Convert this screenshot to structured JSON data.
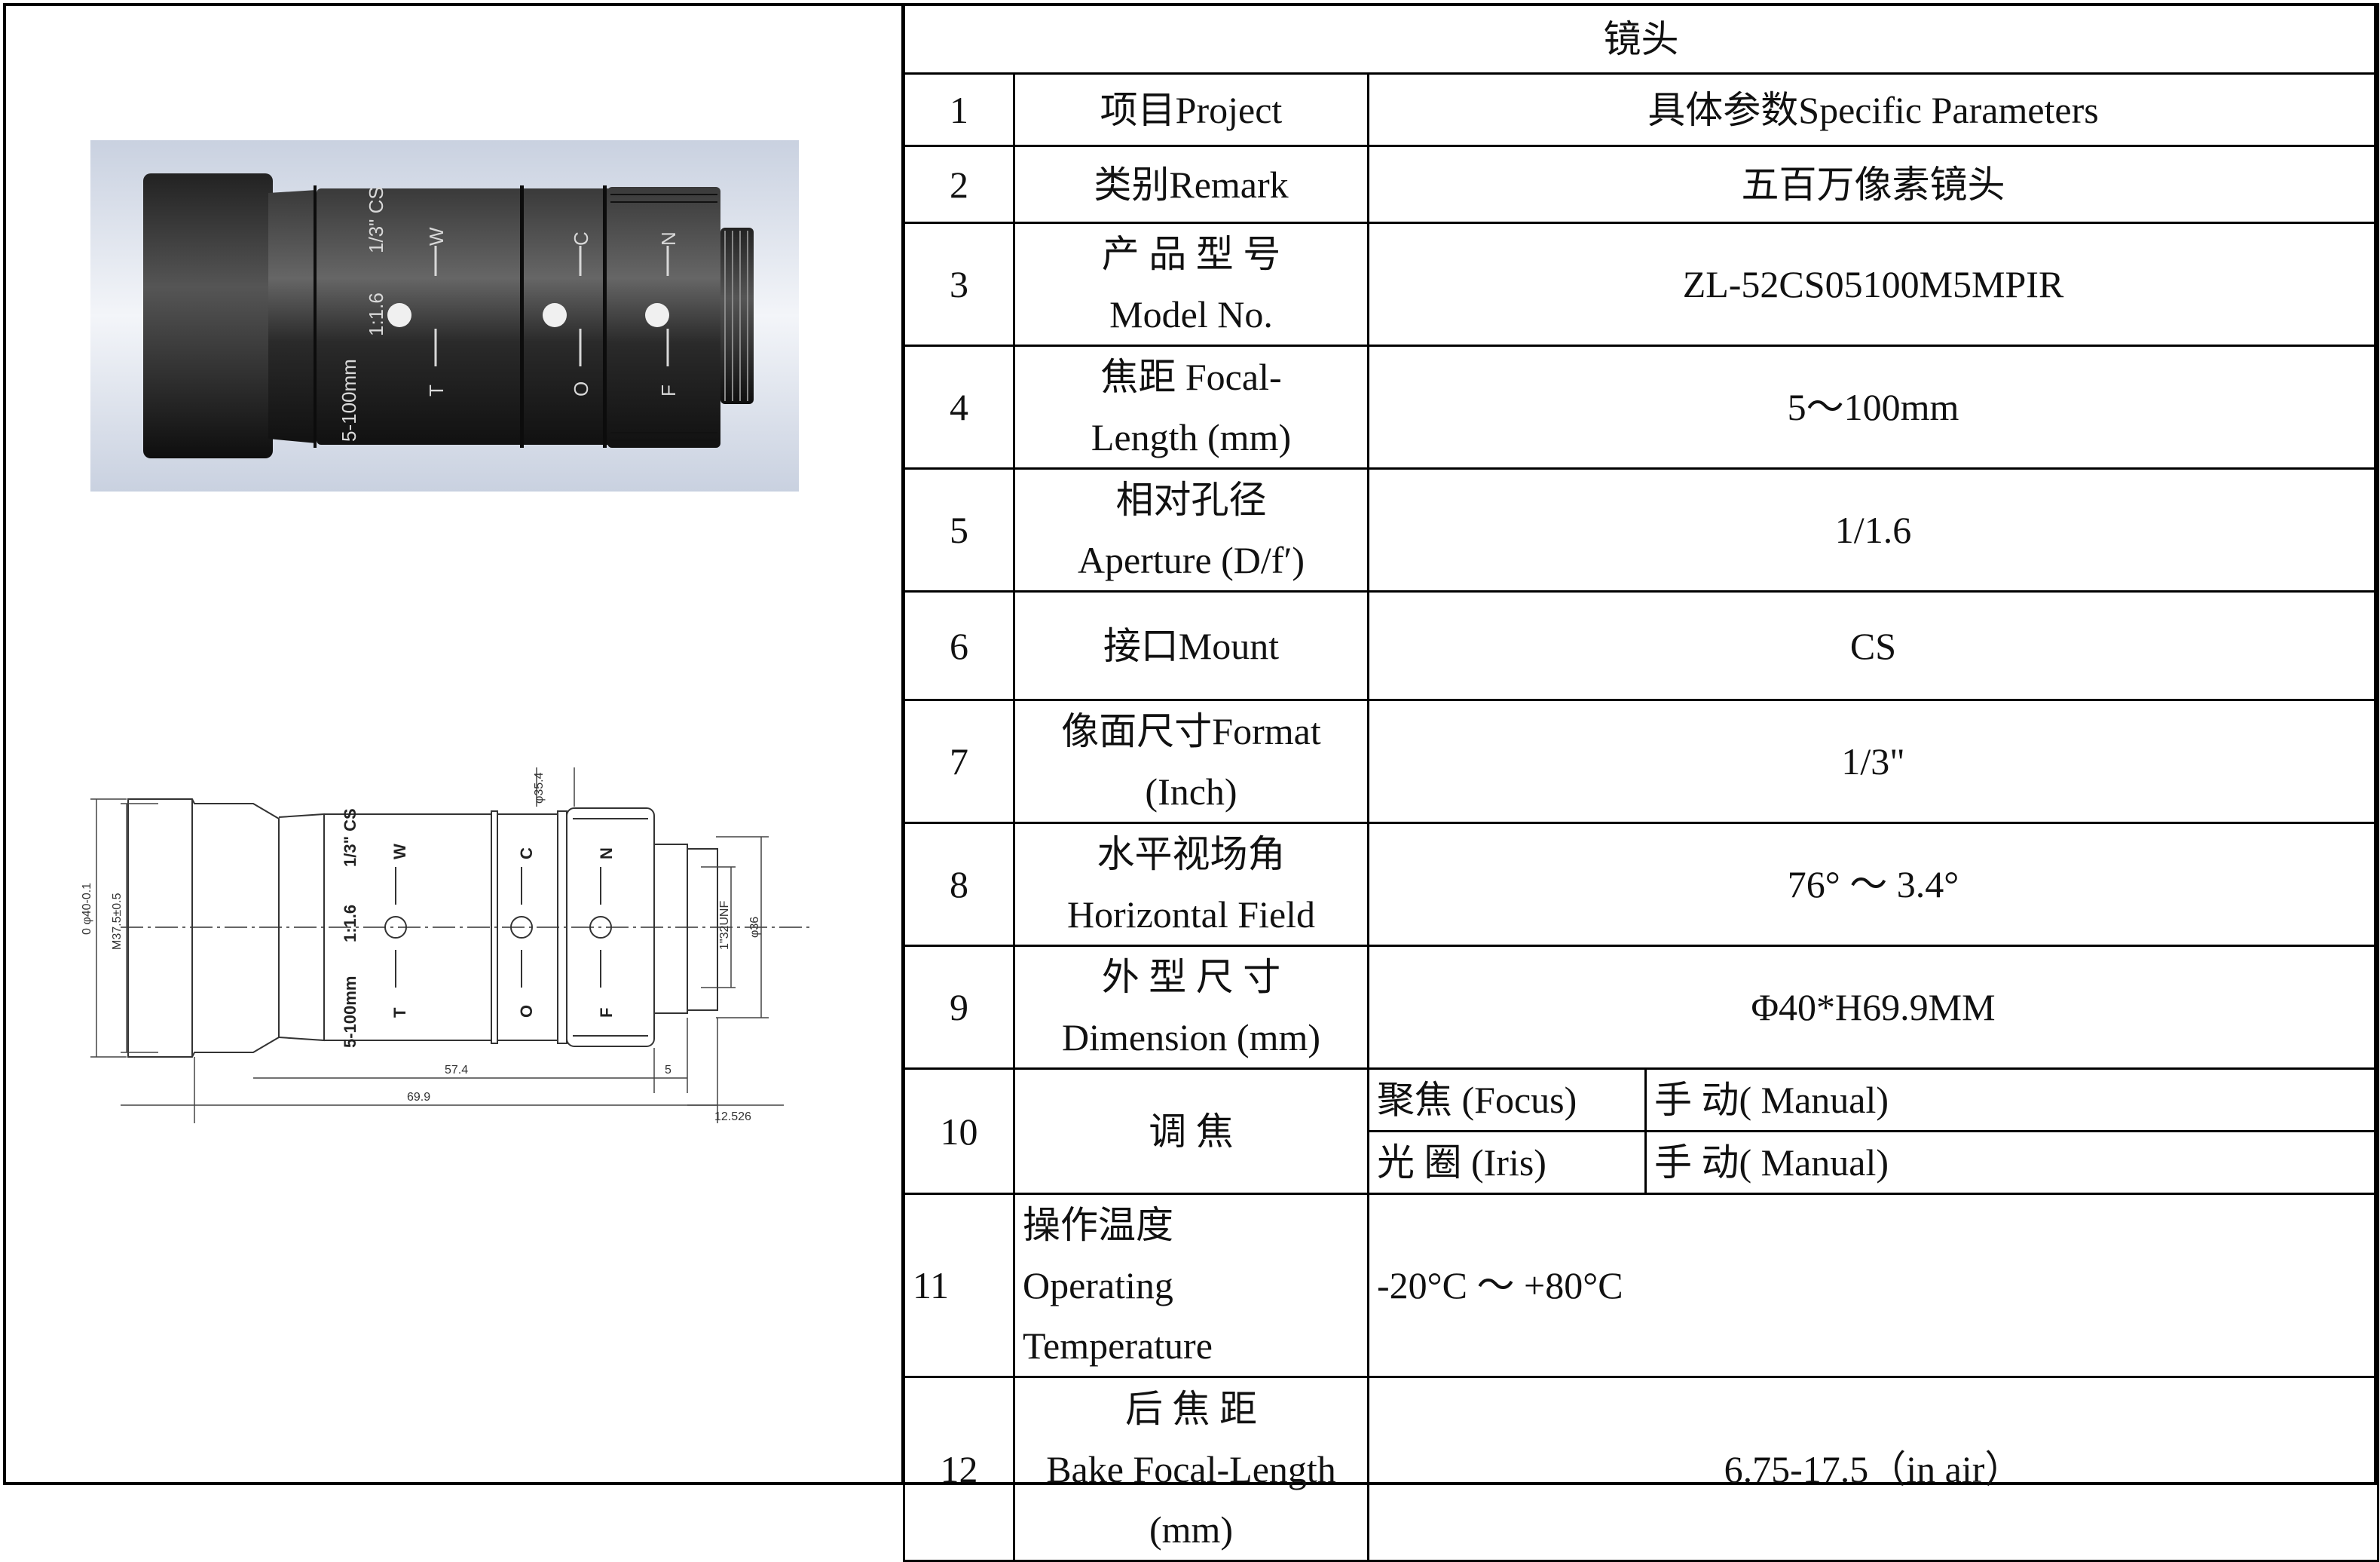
{
  "title": "镜头",
  "photo": {
    "ring_labels": [
      "5-100mm",
      "1:1.6",
      "1/3\" CS",
      "T",
      "W",
      "O",
      "C",
      "F",
      "N"
    ]
  },
  "drawing": {
    "dims": {
      "d_outer": "0\nφ40-0.1",
      "d_thread": "M37.5±0.5",
      "d_354": "φ35.4",
      "d_unf": "1\"32UNF",
      "d_36": "φ36",
      "l_574": "57.4",
      "l_5": "5",
      "l_699": "69.9",
      "l_12526": "12.526"
    },
    "ring_labels": [
      "5-100mm",
      "1:1.6",
      "1/3\" CS",
      "T",
      "W",
      "O",
      "C",
      "F",
      "N"
    ]
  },
  "rows": [
    {
      "no": "1",
      "item": [
        "项目Project"
      ],
      "value": "具体参数Specific Parameters"
    },
    {
      "no": "2",
      "item": [
        "类别Remark"
      ],
      "value": "五百万像素镜头"
    },
    {
      "no": "3",
      "item": [
        "产 品 型 号",
        "Model No."
      ],
      "value": "ZL-52CS05100M5MPIR"
    },
    {
      "no": "4",
      "item": [
        "焦距 Focal-",
        "Length (mm)"
      ],
      "value": "5～100mm"
    },
    {
      "no": "5",
      "item": [
        "相对孔径",
        "Aperture (D/f′)"
      ],
      "value": "1/1.6"
    },
    {
      "no": "6",
      "item": [
        "接口Mount"
      ],
      "value": "CS"
    },
    {
      "no": "7",
      "item": [
        "像面尺寸Format",
        "(Inch)"
      ],
      "value": "1/3\""
    },
    {
      "no": "8",
      "item": [
        "水平视场角",
        "Horizontal Field"
      ],
      "value": "76° ～ 3.4°"
    },
    {
      "no": "9",
      "item": [
        "外 型 尺 寸",
        "Dimension (mm)"
      ],
      "value": "Φ40*H69.9MM"
    },
    {
      "no": "10",
      "item": [
        "调 焦"
      ],
      "sub": [
        {
          "label": "聚焦 (Focus)",
          "value": "手 动( Manual)"
        },
        {
          "label": "光 圈 (Iris)",
          "value": "手 动( Manual)"
        }
      ]
    },
    {
      "no": "11",
      "item": [
        "操作温度",
        "Operating",
        "Temperature"
      ],
      "value": "-20°C ～ +80°C"
    },
    {
      "no": "12",
      "item": [
        "后 焦 距",
        "Bake Focal-Length",
        "(mm)"
      ],
      "value": "6.75-17.5（in air）"
    }
  ]
}
